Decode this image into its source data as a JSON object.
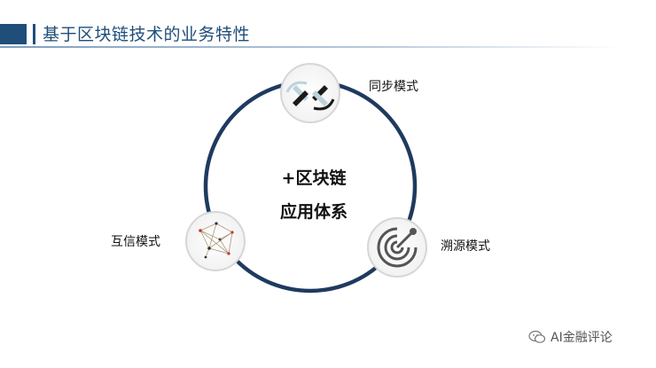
{
  "slide": {
    "title": "基于区块链技术的业务特性"
  },
  "diagram": {
    "center_line1": "+区块链",
    "center_line2": "应用体系",
    "nodes": [
      {
        "label": "同步模式",
        "icon": "sync-arrows-icon"
      },
      {
        "label": "溯源模式",
        "icon": "radar-icon"
      },
      {
        "label": "互信模式",
        "icon": "network-icon"
      }
    ]
  },
  "colors": {
    "ring": "#1f3a5f",
    "title": "#1f4e79",
    "node_border": "#cfcfcf"
  },
  "watermark": {
    "text": "AI金融评论",
    "icon": "wechat-icon"
  }
}
